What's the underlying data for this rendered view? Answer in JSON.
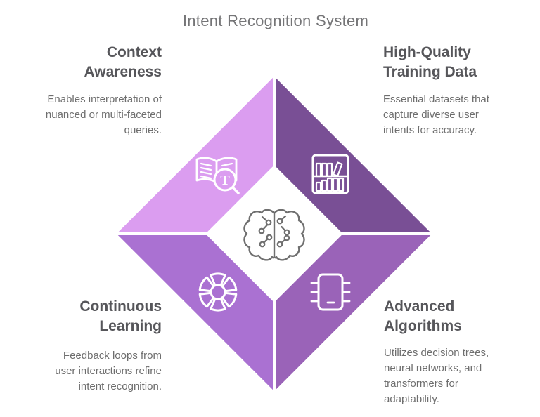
{
  "title": "Intent Recognition System",
  "center": {
    "icon": "brain-circuit-icon"
  },
  "quadrants": {
    "top_left": {
      "heading": "Context\nAwareness",
      "description": "Enables interpretation of\nnuanced or multi-faceted\nqueries.",
      "icon": "book-magnifier-icon"
    },
    "top_right": {
      "heading": "High-Quality\nTraining Data",
      "description": "Essential datasets that\ncapture diverse user\nintents for accuracy.",
      "icon": "bookshelf-icon"
    },
    "bottom_left": {
      "heading": "Continuous\nLearning",
      "description": "Feedback loops from\nuser interactions refine\nintent recognition.",
      "icon": "segmented-wheel-icon"
    },
    "bottom_right": {
      "heading": "Advanced\nAlgorithms",
      "description": "Utilizes decision trees,\nneural networks, and\ntransformers for\nadaptability.",
      "icon": "chip-icon"
    }
  },
  "colors": {
    "background": "#ffffff",
    "title_text": "#757577",
    "heading_text": "#56565a",
    "body_text": "#6e6e6e",
    "quadrant_top_left": "#db9df0",
    "quadrant_top_right": "#794f95",
    "quadrant_bottom_left": "#aa71d2",
    "quadrant_bottom_right": "#9a63b8",
    "icon_stroke": "#ffffff",
    "brain_stroke": "#6f6f6f",
    "divider": "#ffffff"
  }
}
